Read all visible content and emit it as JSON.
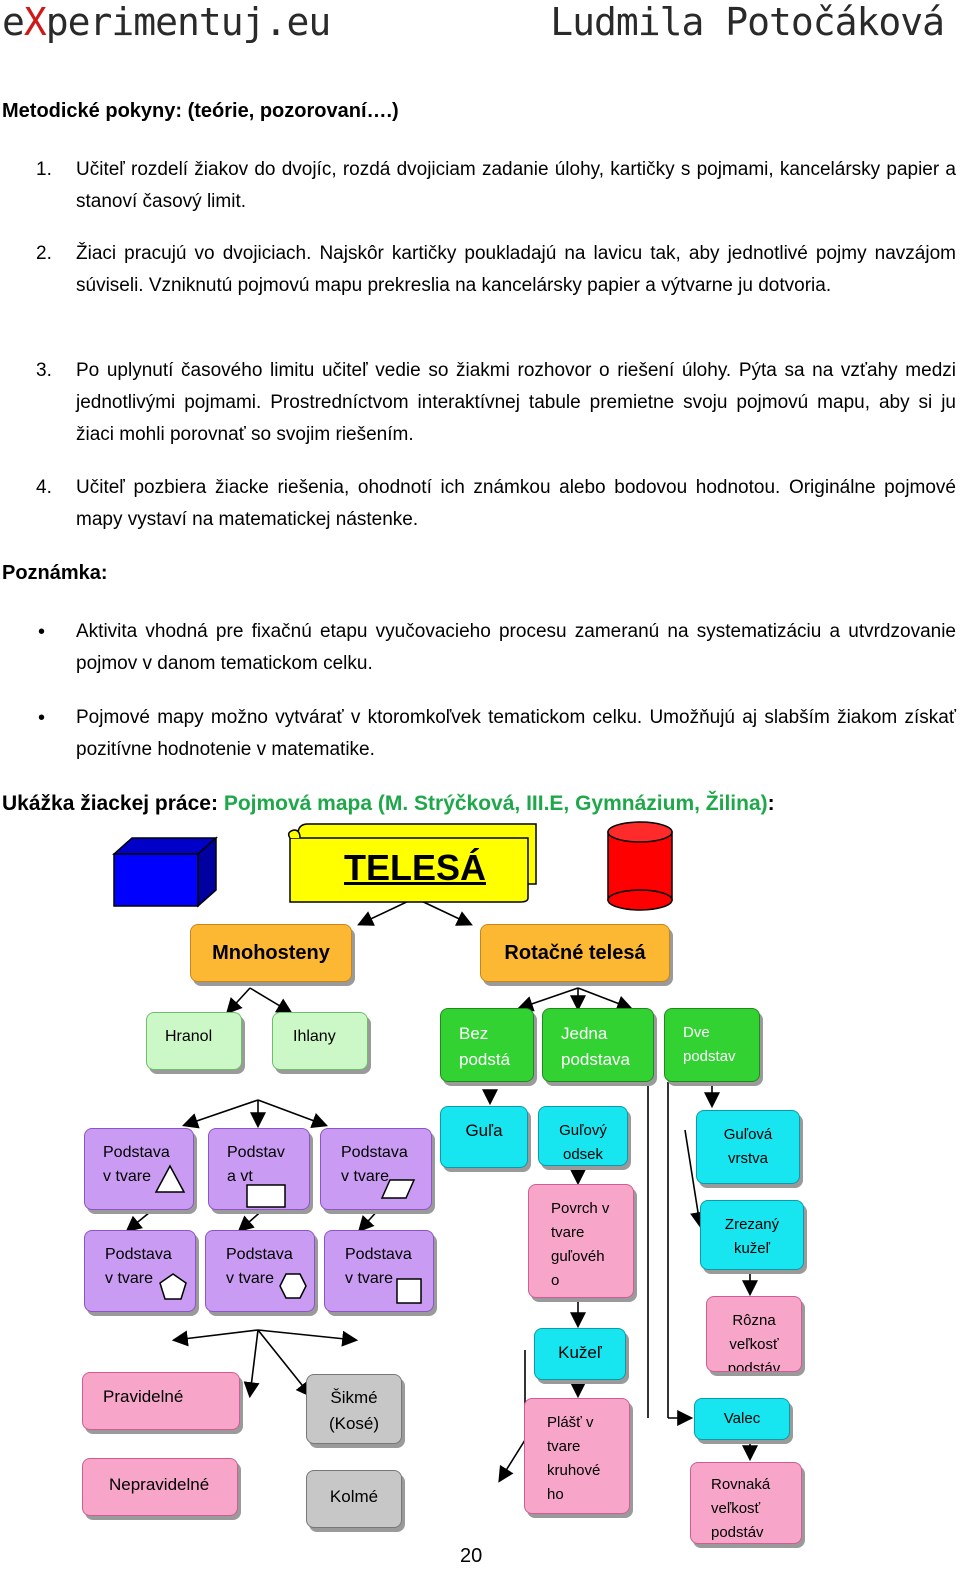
{
  "header": {
    "site_prefix": "e",
    "site_x": "X",
    "site_rest": "perimentuj.eu",
    "author": "Ludmila Potočáková"
  },
  "methodology": {
    "heading": "Metodické pokyny: (teórie, pozorovaní….)",
    "items": [
      {
        "num": "1.",
        "text": "Učiteľ rozdelí žiakov do dvojíc, rozdá dvojiciam zadanie úlohy, kartičky s pojmami, kancelársky papier a stanoví časový limit."
      },
      {
        "num": "2.",
        "text": "Žiaci pracujú vo dvojiciach. Najskôr kartičky poukladajú na lavicu tak, aby jednotlivé pojmy navzájom súviseli. Vzniknutú pojmovú mapu prekreslia na kancelársky papier a výtvarne ju dotvoria."
      },
      {
        "num": "3.",
        "text": "Po uplynutí časového limitu učiteľ vedie so žiakmi rozhovor o riešení úlohy. Pýta sa na vzťahy medzi jednotlivými pojmami. Prostredníctvom interaktívnej tabule premietne svoju pojmovú mapu, aby si ju žiaci mohli porovnať so svojim riešením."
      },
      {
        "num": "4.",
        "text": "Učiteľ pozbiera žiacke riešenia, ohodnotí ich známkou alebo bodovou hodnotou. Originálne pojmové mapy vystaví na matematickej nástenke."
      }
    ]
  },
  "note": {
    "heading": "Poznámka:",
    "bullets": [
      "Aktivita vhodná pre fixačnú etapu vyučovacieho procesu zameranú na systematizáciu a utvrdzovanie pojmov v danom tematickom celku.",
      "Pojmové mapy možno vytvárať v ktoromkoľvek tematickom celku. Umožňujú aj slabším žiakom získať pozitívne hodnotenie v matematike."
    ]
  },
  "sample": {
    "label": "Ukážka žiackej práce:",
    "title": "Pojmová mapa (M. Strýčková, III.E, Gymnázium, Žilina)",
    "colon": ":"
  },
  "map": {
    "root": "TELESÁ",
    "mnohosteny": "Mnohosteny",
    "rotacne": "Rotačné telesá",
    "hranol": "Hranol",
    "ihlany": "Ihlany",
    "bez_podstav": "Bez podstá",
    "jedna_podstava": "Jedna podstava",
    "dve_podstav": "Dve podstav",
    "podstava_tri": "Podstava v tvare",
    "podstava_stvor": "Podstav a vt",
    "podstava_rovnob": "Podstava v tvare",
    "podstava_pat": "Podstava v tvare",
    "podstava_sest": "Podstava v tvare",
    "podstava_stvorec": "Podstava v tvare",
    "gula": "Guľa",
    "gulovy_odsek": "Guľový odsek",
    "povrch": "Povrch v tvare guľovéh o",
    "kuzel": "Kužeľ",
    "plast": "Plášť v tvare kruhové ho",
    "gulova_vrstva": "Guľová vrstva",
    "zrezany_kuzel": "Zrezaný kužeľ",
    "rozna": "Rôzna veľkosť podstáv",
    "valec": "Valec",
    "rovnaka": "Rovnaká veľkosť podstáv",
    "pravidelne": "Pravidelné",
    "nepravidelne": "Nepravidelné",
    "sikme": "Šikmé (Kosé)",
    "kolme": "Kolmé",
    "colors": {
      "cube": "#0000ff",
      "cylinder": "#ff0000",
      "scroll": "#ffff00"
    }
  },
  "page_number": "20"
}
